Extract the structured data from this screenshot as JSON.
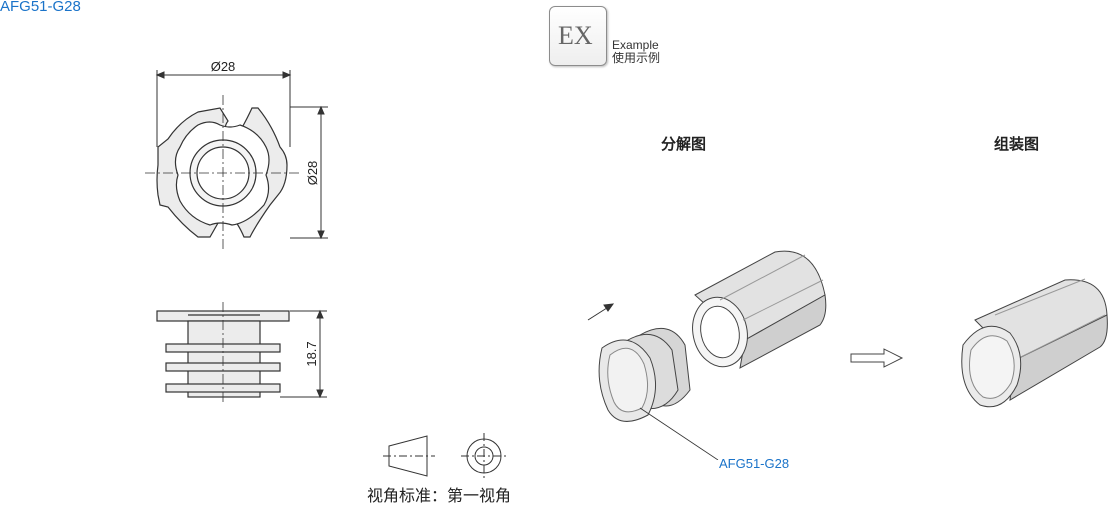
{
  "part": {
    "code": "AFG51-G28"
  },
  "example": {
    "badge": "EX",
    "label_en": "Example",
    "label_zh": "使用示例"
  },
  "views": {
    "exploded": "分解图",
    "assembled": "组装图"
  },
  "dimensions": {
    "top_width": "Ø28",
    "side_height": "Ø28",
    "front_height": "18.7"
  },
  "projection": {
    "label": "视角标准：第一视角"
  },
  "callout": {
    "label": "AFG51-G28"
  },
  "colors": {
    "accent": "#1a73c9",
    "line": "#333333",
    "fill": "#eeeeee"
  }
}
